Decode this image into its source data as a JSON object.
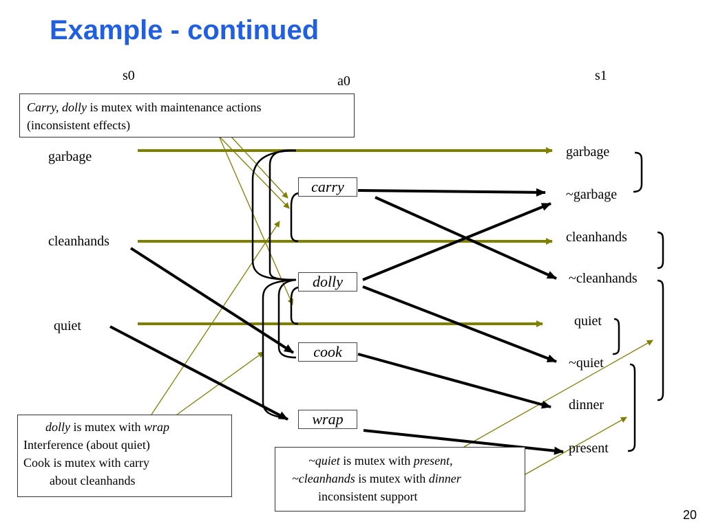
{
  "title": "Example - continued",
  "levels": {
    "s0": "s0",
    "a0": "a0",
    "s1": "s1"
  },
  "s0_props": [
    "garbage",
    "cleanhands",
    "quiet"
  ],
  "actions": [
    "carry",
    "dolly",
    "cook",
    "wrap"
  ],
  "s1_props": [
    "garbage",
    "~garbage",
    "cleanhands",
    "~cleanhands",
    "quiet",
    "~quiet",
    "dinner",
    "present"
  ],
  "notes": {
    "top": {
      "italic": "Carry, dolly",
      "rest": " is mutex with maintenance actions",
      "line2": "(inconsistent effects)"
    },
    "left": {
      "l1_i1": "dolly",
      "l1_mid": " is mutex with ",
      "l1_i2": "wrap",
      "l2": "Interference (about quiet)",
      "l3": "Cook is mutex with carry",
      "l4": "about cleanhands"
    },
    "bottom": {
      "l1_i1": "~quiet",
      "l1_mid": " is mutex with ",
      "l1_i2": "present,",
      "l2_i1": "~cleanhands",
      "l2_mid": " is mutex with ",
      "l2_i2": "dinner",
      "l3": "inconsistent support"
    }
  },
  "page_number": "20",
  "colors": {
    "title": "#1f5fe0",
    "maintenance": "#7f7f00",
    "effect": "#000000"
  }
}
